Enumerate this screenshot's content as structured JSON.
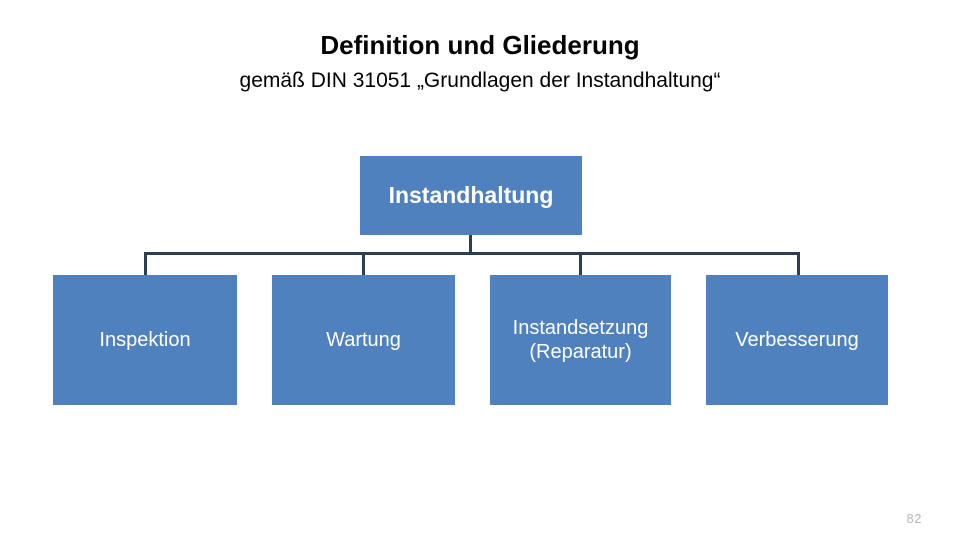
{
  "slide": {
    "title_main": "Definition und Gliederung",
    "title_sub": "gemäß DIN 31051 „Grundlagen der Instandhaltung“",
    "page_number": "82",
    "accent_color": "#4E81BD",
    "connector_color": "#2C3E50",
    "text_color_on_accent": "#FFFFFF",
    "background_color": "#FFFFFF"
  },
  "diagram": {
    "type": "org-chart",
    "root": {
      "label": "Instandhaltung"
    },
    "children": [
      {
        "label": "Inspektion"
      },
      {
        "label": "Wartung"
      },
      {
        "label": "Instandsetzung\n(Reparatur)"
      },
      {
        "label": "Verbesserung"
      }
    ]
  }
}
